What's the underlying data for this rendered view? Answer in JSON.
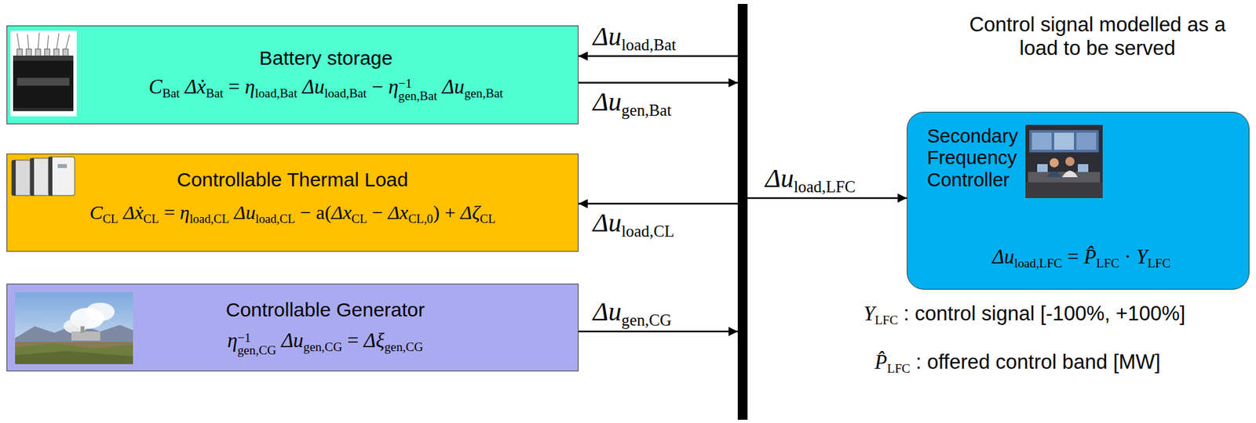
{
  "diagram": {
    "nodes": [
      {
        "text": [
          "Battery storage",
          "CBat ΔẋBat = ηload,Bat Δuload,Bat − η−1gen,Bat Δugen,Bat"
        ]
      },
      {
        "text": [
          "Controllable Thermal Load",
          "CCL ΔẋCL = ηload,CL Δuload,CL − a(ΔxCL − ΔxCL,0) + ΔζCL"
        ]
      },
      {
        "text": [
          "Controllable Generator",
          "η−1gen,CG Δugen,CG = Δξgen,CG"
        ]
      },
      {
        "text": [
          "Secondary Frequency Controller",
          "Δuload,LFC = P̂LFC · YLFC"
        ]
      }
    ],
    "labels": [
      "Control signal modelled as a load to be served",
      "Δuload,Bat",
      "Δugen,Bat",
      "Δuload,CL",
      "Δuload,LFC",
      "Δugen,CG",
      "YLFC : control signal [-100%, +100%]",
      "P̂LFC : offered control band [MW]"
    ]
  }
}
